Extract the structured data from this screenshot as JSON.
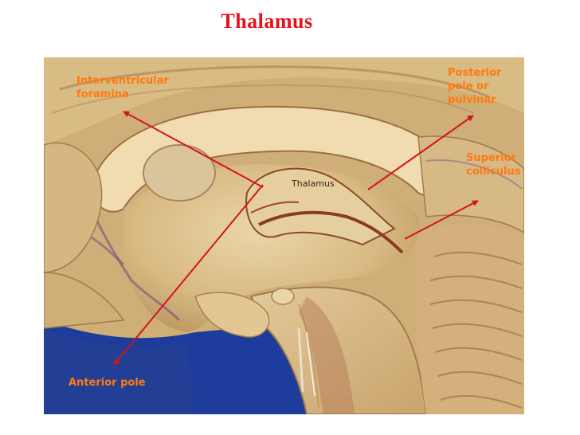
{
  "title": "Thalamus",
  "labels": {
    "interventricular": "Interventricular foramina",
    "anterior_pole": "Anterior pole",
    "posterior_pole": "Posterior pole or pulvinar",
    "superior_colliculus": "Superior colliculus",
    "thalamus_inline": "Thalamus"
  },
  "colors": {
    "title": "#e8101a",
    "label": "#ff7a10",
    "arrow": "#d4141c",
    "background": "#ffffff",
    "specimen_backdrop": "#1d3c9c"
  }
}
